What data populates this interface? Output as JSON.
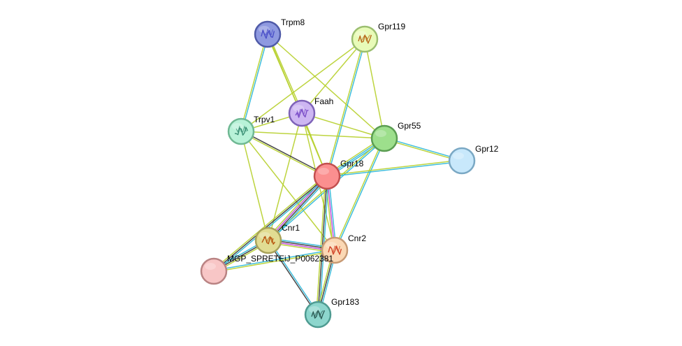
{
  "network": {
    "nodes": [
      {
        "id": "Trpm8",
        "label": "Trpm8",
        "color": "#8e99e0",
        "border": "#4f5aa8",
        "structure": true,
        "glyph": "#4a4fc8"
      },
      {
        "id": "Gpr119",
        "label": "Gpr119",
        "color": "#e8fbb8",
        "border": "#9bbe70",
        "structure": true,
        "glyph": "#b86a1c"
      },
      {
        "id": "Faah",
        "label": "Faah",
        "color": "#cdb6f2",
        "border": "#7e63b8",
        "structure": true,
        "glyph": "#7a4dc8"
      },
      {
        "id": "Trpv1",
        "label": "Trpv1",
        "color": "#b8f2d8",
        "border": "#6fb893",
        "structure": true,
        "glyph": "#3a8f74"
      },
      {
        "id": "Gpr55",
        "label": "Gpr55",
        "color": "#9ddf8c",
        "border": "#5b9d52",
        "structure": false
      },
      {
        "id": "Gpr12",
        "label": "Gpr12",
        "color": "#c8e8fb",
        "border": "#7aa8c4",
        "structure": false
      },
      {
        "id": "Gpr18",
        "label": "Gpr18",
        "color": "#fb8f8f",
        "border": "#c24f4f",
        "structure": false
      },
      {
        "id": "Cnr1",
        "label": "Cnr1",
        "color": "#e1dc92",
        "border": "#a9a35a",
        "structure": true,
        "glyph": "#b8560e"
      },
      {
        "id": "Cnr2",
        "label": "Cnr2",
        "color": "#fbd8b4",
        "border": "#c79a74",
        "structure": true,
        "glyph": "#d2482c"
      },
      {
        "id": "MGP",
        "label": "MGP_SPRETEiJ_P0062381",
        "color": "#f8c6c6",
        "border": "#b98383",
        "structure": false
      },
      {
        "id": "Gpr183",
        "label": "Gpr183",
        "color": "#8dd6cd",
        "border": "#4e9b91",
        "structure": true,
        "glyph": "#2f5e58"
      }
    ],
    "edges": [
      {
        "a": "Trpm8",
        "b": "Trpv1",
        "types": [
          "db",
          "tm"
        ]
      },
      {
        "a": "Trpm8",
        "b": "Faah",
        "types": [
          "tm",
          "tm"
        ]
      },
      {
        "a": "Trpm8",
        "b": "Gpr18",
        "types": [
          "tm"
        ]
      },
      {
        "a": "Trpm8",
        "b": "Gpr55",
        "types": [
          "tm"
        ]
      },
      {
        "a": "Gpr119",
        "b": "Trpv1",
        "types": [
          "tm"
        ]
      },
      {
        "a": "Gpr119",
        "b": "Faah",
        "types": [
          "tm"
        ]
      },
      {
        "a": "Gpr119",
        "b": "Gpr55",
        "types": [
          "tm"
        ]
      },
      {
        "a": "Gpr119",
        "b": "Gpr18",
        "types": [
          "db",
          "tm"
        ]
      },
      {
        "a": "Faah",
        "b": "Trpv1",
        "types": [
          "tm"
        ]
      },
      {
        "a": "Faah",
        "b": "Gpr55",
        "types": [
          "tm"
        ]
      },
      {
        "a": "Faah",
        "b": "Gpr18",
        "types": [
          "tm"
        ]
      },
      {
        "a": "Faah",
        "b": "Cnr1",
        "types": [
          "tm"
        ]
      },
      {
        "a": "Faah",
        "b": "Cnr2",
        "types": [
          "tm"
        ]
      },
      {
        "a": "Trpv1",
        "b": "Gpr55",
        "types": [
          "tm"
        ]
      },
      {
        "a": "Trpv1",
        "b": "Gpr18",
        "types": [
          "co",
          "tm"
        ]
      },
      {
        "a": "Trpv1",
        "b": "Cnr1",
        "types": [
          "tm"
        ]
      },
      {
        "a": "Trpv1",
        "b": "Cnr2",
        "types": [
          "tm"
        ]
      },
      {
        "a": "Gpr55",
        "b": "Gpr12",
        "types": [
          "db",
          "tm"
        ]
      },
      {
        "a": "Gpr55",
        "b": "Gpr18",
        "types": [
          "db",
          "db",
          "tm"
        ]
      },
      {
        "a": "Gpr55",
        "b": "Cnr1",
        "types": [
          "db",
          "tm"
        ]
      },
      {
        "a": "Gpr55",
        "b": "Cnr2",
        "types": [
          "db",
          "tm"
        ]
      },
      {
        "a": "Gpr12",
        "b": "Gpr18",
        "types": [
          "db",
          "tm"
        ]
      },
      {
        "a": "Gpr18",
        "b": "Cnr1",
        "types": [
          "db",
          "co",
          "ex",
          "tm"
        ]
      },
      {
        "a": "Gpr18",
        "b": "Cnr2",
        "types": [
          "db",
          "ex",
          "tm"
        ]
      },
      {
        "a": "Gpr18",
        "b": "MGP",
        "types": [
          "db",
          "co",
          "tm"
        ]
      },
      {
        "a": "Gpr18",
        "b": "Gpr183",
        "types": [
          "db",
          "co",
          "tm"
        ]
      },
      {
        "a": "Cnr1",
        "b": "Cnr2",
        "types": [
          "db",
          "co",
          "ex",
          "tm"
        ]
      },
      {
        "a": "Cnr1",
        "b": "Gpr183",
        "types": [
          "db",
          "co"
        ]
      },
      {
        "a": "Cnr2",
        "b": "Gpr183",
        "types": [
          "db",
          "co",
          "tm"
        ]
      },
      {
        "a": "MGP",
        "b": "Cnr1",
        "types": [
          "db",
          "co",
          "tm"
        ]
      },
      {
        "a": "MGP",
        "b": "Cnr2",
        "types": [
          "db",
          "tm"
        ]
      }
    ],
    "edge_colors": {
      "db": "#2ab6d8",
      "tm": "#b6cf2a",
      "co": "#333333",
      "ex": "#c13fd9"
    }
  }
}
